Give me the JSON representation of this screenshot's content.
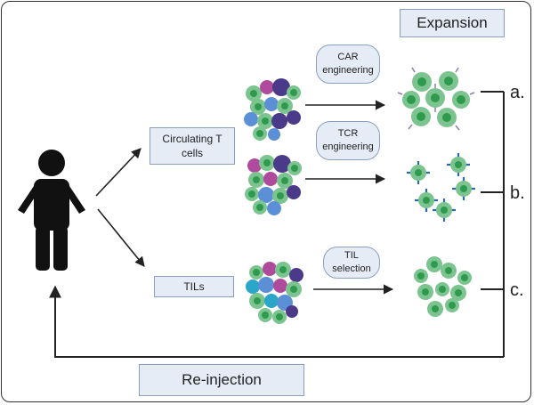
{
  "expansion_label": "Expansion",
  "reinjection_label": "Re-injection",
  "circulating_label": "Circulating T\ncells",
  "tils_label": "TILs",
  "car_label": "CAR\nengineering",
  "tcr_label": "TCR\nengineering",
  "til_sel_label": "TIL\nselection",
  "branch_a": "a.",
  "branch_b": "b.",
  "branch_c": "c.",
  "colors": {
    "green_light": "#7cc48f",
    "green_dark": "#2f9a4e",
    "purple": "#4b3a8a",
    "magenta": "#b04a9c",
    "blue": "#5b8fd6",
    "cyan": "#2aa6c9",
    "receptor": "#2e6aa8",
    "box_fill": "#e5ecf6",
    "box_border": "#8aa0bf",
    "line": "#222222"
  }
}
